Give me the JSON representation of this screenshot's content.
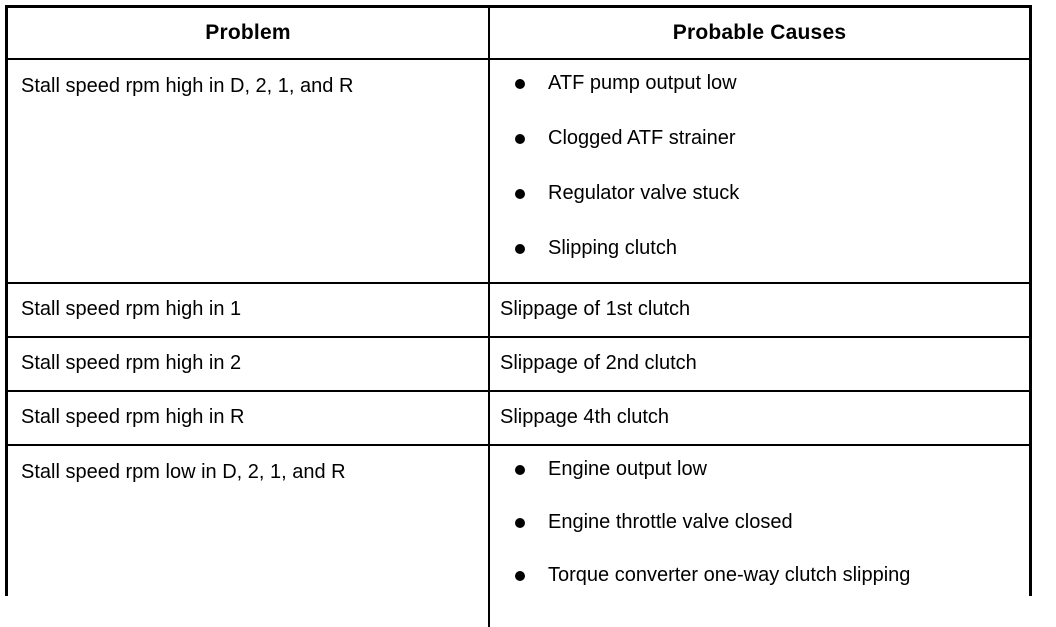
{
  "table": {
    "headers": {
      "problem": "Problem",
      "causes": "Probable Causes"
    },
    "rows": [
      {
        "problem": "Stall speed rpm high in D, 2, 1, and R",
        "causes_type": "bullets",
        "causes": [
          "ATF pump output low",
          "Clogged ATF strainer",
          "Regulator valve stuck",
          "Slipping clutch"
        ]
      },
      {
        "problem": "Stall speed rpm high in 1",
        "causes_type": "text",
        "causes_text": "Slippage of 1st clutch"
      },
      {
        "problem": "Stall speed rpm high in 2",
        "causes_type": "text",
        "causes_text": "Slippage of 2nd clutch"
      },
      {
        "problem": "Stall speed rpm high in R",
        "causes_type": "text",
        "causes_text": "Slippage 4th clutch"
      },
      {
        "problem": "Stall speed rpm low in D, 2, 1, and R",
        "causes_type": "bullets",
        "causes": [
          "Engine output low",
          "Engine throttle valve closed",
          "Torque converter one-way clutch slipping"
        ]
      }
    ]
  },
  "colors": {
    "border": "#000000",
    "text": "#000000",
    "background": "#ffffff"
  }
}
